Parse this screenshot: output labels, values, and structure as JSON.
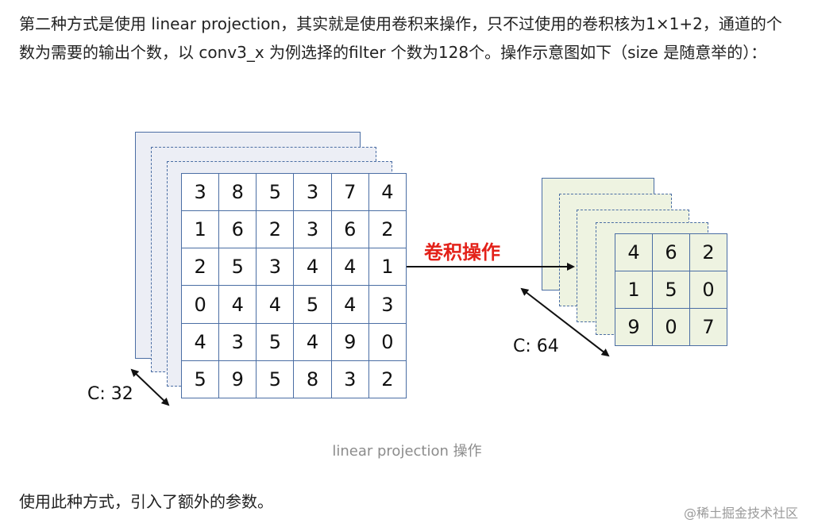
{
  "intro_text": "第二种方式是使用 linear projection，其实就是使用卷积来操作，只不过使用的卷积核为1×1+2，通道的个数为需要的输出个数，以 conv3_x 为例选择的filter 个数为128个。操作示意图如下（size 是随意举的）：",
  "figure": {
    "input_grid": [
      [
        3,
        8,
        5,
        3,
        7,
        4
      ],
      [
        1,
        6,
        2,
        3,
        6,
        2
      ],
      [
        2,
        5,
        3,
        4,
        4,
        1
      ],
      [
        0,
        4,
        4,
        5,
        4,
        3
      ],
      [
        4,
        3,
        5,
        4,
        9,
        0
      ],
      [
        5,
        9,
        5,
        8,
        3,
        2
      ]
    ],
    "output_grid": [
      [
        4,
        6,
        2
      ],
      [
        1,
        5,
        0
      ],
      [
        9,
        0,
        7
      ]
    ],
    "input_channels_label": "C: 32",
    "output_channels_label": "C: 64",
    "operation_label": "卷积操作",
    "colors": {
      "input_bg": "#eceef5",
      "output_bg": "#eef3e1",
      "border": "#4b6ea4",
      "operation_text": "#e32119"
    }
  },
  "caption": "linear projection 操作",
  "outro_text": "使用此种方式，引入了额外的参数。",
  "watermark": "@稀土掘金技术社区"
}
